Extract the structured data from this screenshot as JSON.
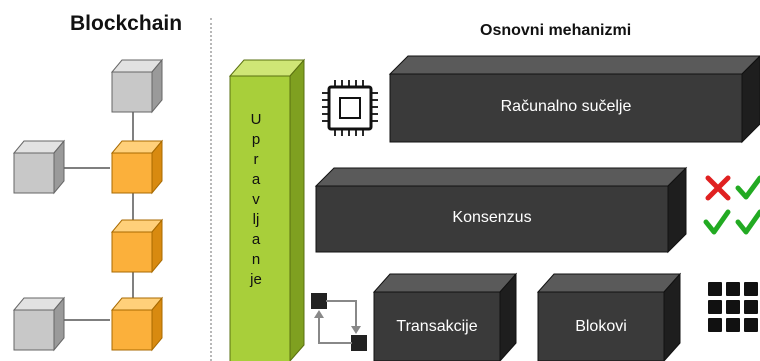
{
  "left_title": "Blockchain",
  "right_title": "Osnovni mehanizmi",
  "governance": {
    "letters": [
      "U",
      "p",
      "r",
      "a",
      "v",
      "lj",
      "a",
      "n",
      "je"
    ]
  },
  "boxes": {
    "interface": "Računalno sučelje",
    "consensus": "Konsenzus",
    "transactions": "Transakcije",
    "blocks": "Blokovi"
  },
  "icons": {
    "chip": "cpu-chip-icon",
    "checks": "check-cross-icon",
    "grid": "grid-icon",
    "cycle": "cycle-arrow-icon"
  },
  "colors": {
    "gray_cube": "#c8c8c8",
    "orange_cube": "#fbb03b",
    "green_bar": "#a8cf3a",
    "dark_box": "#3a3a3a",
    "red_x": "#e02020",
    "green_check": "#22aa22"
  }
}
